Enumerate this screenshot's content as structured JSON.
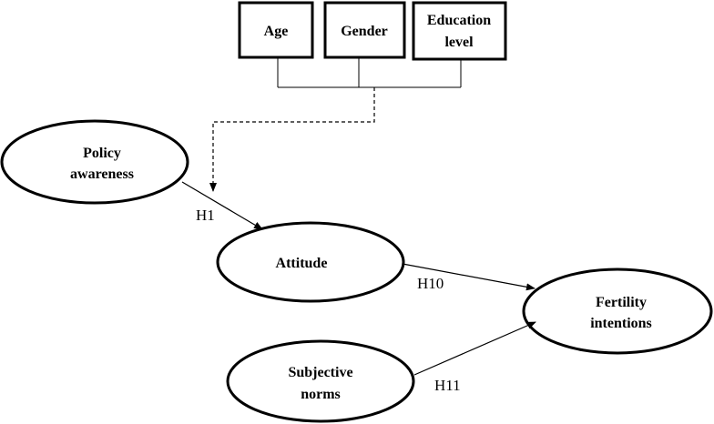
{
  "controls": {
    "age": "Age",
    "gender": "Gender",
    "education_line1": "Education",
    "education_line2": "level"
  },
  "nodes": {
    "policy_line1": "Policy",
    "policy_line2": "awareness",
    "attitude": "Attitude",
    "subjective_line1": "Subjective",
    "subjective_line2": "norms",
    "fertility_line1": "Fertility",
    "fertility_line2": "intentions"
  },
  "hypotheses": {
    "h1": "H1",
    "h10": "H10",
    "h11": "H11"
  }
}
